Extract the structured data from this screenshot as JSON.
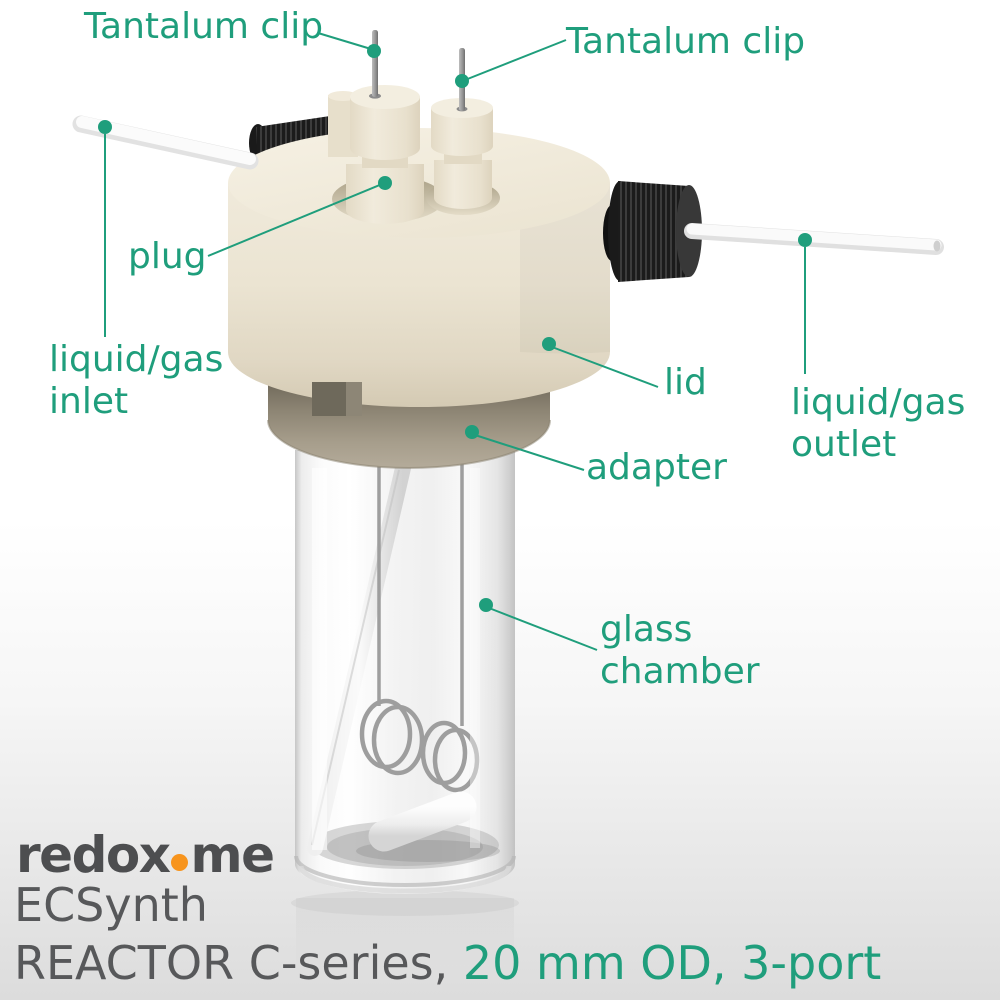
{
  "colors": {
    "accent_teal": "#1F9E7C",
    "logo_gray": "#4D4E50",
    "logo_orange": "#F7941D",
    "title_gray": "#57585A",
    "lid_cream": "#EDE6D5",
    "adapter_taupe": "#A59C8A",
    "cap_black": "#1E1E1E"
  },
  "annotations": {
    "tantalum_clip_left": "Tantalum clip",
    "tantalum_clip_right": "Tantalum clip",
    "plug": "plug",
    "inlet_line1": "liquid/gas",
    "inlet_line2": "inlet",
    "lid": "lid",
    "adapter": "adapter",
    "outlet_line1": "liquid/gas",
    "outlet_line2": "outlet",
    "chamber_line1": "glass",
    "chamber_line2": "chamber"
  },
  "branding": {
    "logo_part1": "redox",
    "logo_part2": "me",
    "product_family": "ECSynth",
    "title_model": "REACTOR C-series, ",
    "title_spec": "20 mm OD, 3-port"
  }
}
